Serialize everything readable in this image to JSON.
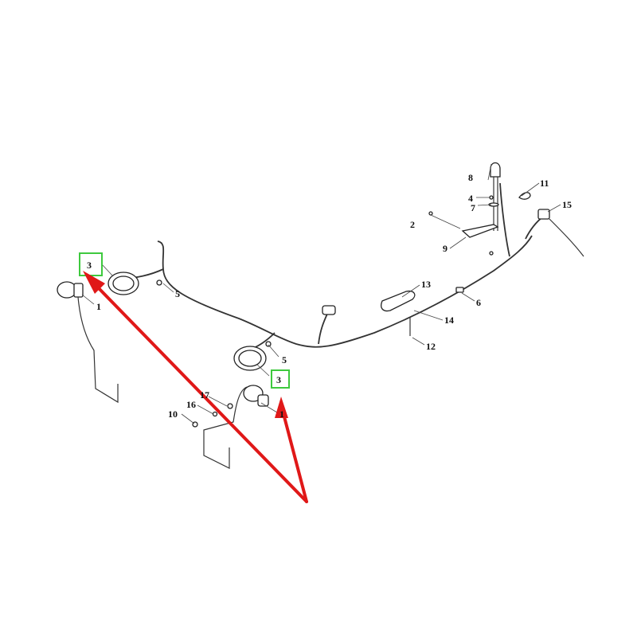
{
  "diagram": {
    "colors": {
      "arrow": "#e01818",
      "highlight": "#3ec93e",
      "line": "#333333"
    },
    "labels": {
      "l1a": "1",
      "l1b": "1",
      "l2": "2",
      "l3a": "3",
      "l3b": "3",
      "l4": "4",
      "l5a": "5",
      "l5b": "5",
      "l6": "6",
      "l7": "7",
      "l8": "8",
      "l9": "9",
      "l10": "10",
      "l11": "11",
      "l12": "12",
      "l13": "13",
      "l14": "14",
      "l15": "15",
      "l16": "16",
      "l17": "17"
    }
  }
}
